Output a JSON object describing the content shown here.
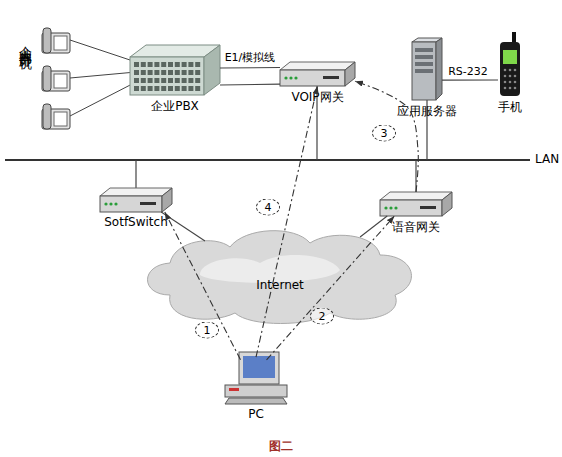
{
  "diagram": {
    "caption": "图二",
    "nodes": [
      {
        "text": [
          "企业PBX"
        ]
      },
      {
        "text": [
          "VOIP网关"
        ]
      },
      {
        "text": [
          "应用服务器"
        ]
      },
      {
        "text": [
          "手机"
        ]
      },
      {
        "text": [
          "SotfSwitch"
        ]
      },
      {
        "text": [
          "语音网关"
        ]
      },
      {
        "text": [
          "Internet"
        ]
      },
      {
        "text": [
          "PC"
        ]
      }
    ],
    "edges": [
      {
        "from": 0,
        "to": 1,
        "label": "E1/模拟线",
        "arrow": "none"
      },
      {
        "from": 0,
        "to": 1,
        "arrow": "none"
      },
      {
        "from": 2,
        "to": 3,
        "label": "RS-232",
        "arrow": "none"
      },
      {
        "from": 4,
        "to": 6,
        "arrow": "none"
      },
      {
        "from": 5,
        "to": 6,
        "arrow": "none"
      },
      {
        "from": 7,
        "to": 4,
        "label": "1",
        "arrow": "to"
      },
      {
        "from": 7,
        "to": 5,
        "label": "2",
        "arrow": "to"
      },
      {
        "from": 5,
        "to": 1,
        "label": "3",
        "arrow": "to"
      },
      {
        "from": 7,
        "to": 1,
        "label": "4",
        "arrow": "to"
      }
    ],
    "labels": [
      "企业内部分机",
      "LAN"
    ]
  }
}
